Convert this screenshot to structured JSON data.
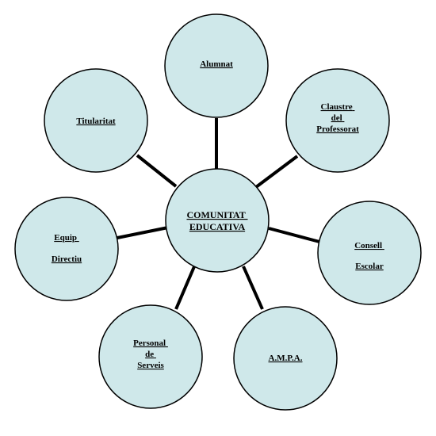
{
  "diagram": {
    "center": {
      "lines": [
        "COMUNITAT",
        "EDUCATIVA"
      ]
    },
    "nodes": [
      {
        "id": "alumnat",
        "lines": [
          "Alumnat"
        ]
      },
      {
        "id": "claustre",
        "lines": [
          "Claustre",
          "del",
          "Professorat"
        ]
      },
      {
        "id": "consell",
        "lines": [
          "Consell",
          "",
          "Escolar"
        ]
      },
      {
        "id": "ampa",
        "lines": [
          "A.M.P.A."
        ]
      },
      {
        "id": "personal",
        "lines": [
          "Personal",
          "de",
          "Serveis"
        ]
      },
      {
        "id": "equip",
        "lines": [
          "Equip",
          "",
          "Directiu"
        ]
      },
      {
        "id": "titularitat",
        "lines": [
          "Titularitat"
        ]
      }
    ],
    "colors": {
      "node_fill": "#cfe8ea",
      "outline": "#000000"
    }
  }
}
